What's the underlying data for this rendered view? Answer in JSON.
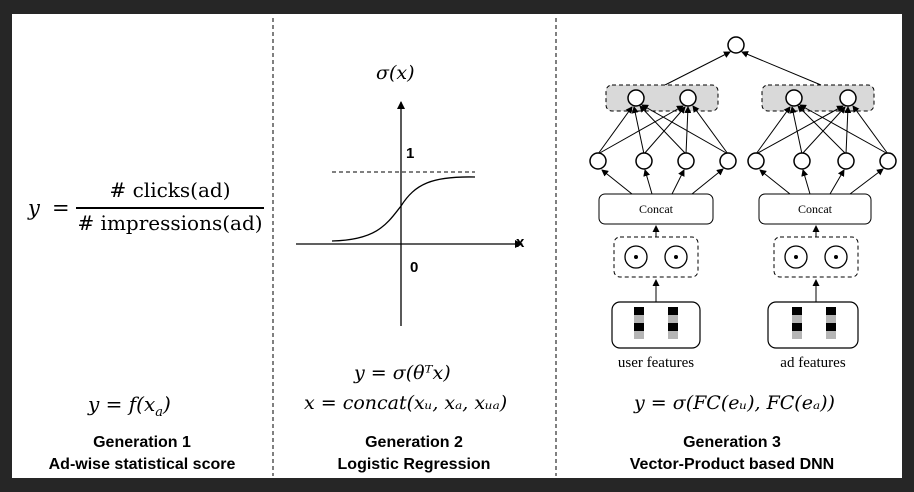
{
  "gen1": {
    "y": "y",
    "equals": "=",
    "numerator": "# clicks(ad)",
    "denominator": "# impressions(ad)",
    "func": "y = f(x",
    "func_sub": "a",
    "func_close": ")",
    "title": "Generation 1",
    "subtitle": "Ad-wise  statistical score"
  },
  "gen2": {
    "axis_y_label": "σ(x)",
    "axis_x_label": "x",
    "tick_one": "1",
    "tick_zero": "0",
    "eq1": "y = σ(θᵀx)",
    "eq2": "x = concat(xᵤ, xₐ, xᵤₐ)",
    "title": "Generation 2",
    "subtitle": "Logistic Regression"
  },
  "gen3": {
    "concat_label": "Concat",
    "user_label": "user features",
    "ad_label": "ad features",
    "eq": "y = σ(FC(eᵤ), FC(eₐ))",
    "title": "Generation 3",
    "subtitle": "Vector-Product based DNN"
  },
  "colors": {
    "background": "#262626",
    "panel": "#ffffff",
    "shaded": "#d9d9d9",
    "feature_gray": "#b5b5b5"
  }
}
